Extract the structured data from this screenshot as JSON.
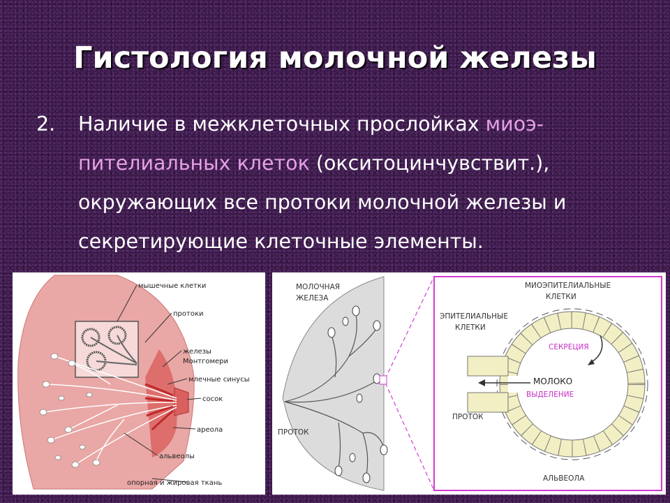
{
  "slide": {
    "title": "Гистология молочной железы",
    "item_number": "2.",
    "text_part1": "Наличие в межклеточных прослойках ",
    "text_highlight": "миоэ-пителиальных клеток",
    "text_part2": " (окситоцинчувствит.), окружающих все протоки молочной железы и секретирующие клеточные элементы.",
    "highlight_color": "#e4a0e6"
  },
  "figure_left": {
    "labels": {
      "muscle_cells": "мышечные клетки",
      "ducts": "протоки",
      "glands_1": "железы",
      "glands_2": "Монтгомери",
      "milk_sinuses": "млечные синусы",
      "nipple": "сосок",
      "areola": "ареола",
      "alveoli": "альвеолы",
      "tissue": "опорная и жировая ткань"
    }
  },
  "figure_right": {
    "labels": {
      "gland_1": "МОЛОЧНАЯ",
      "gland_2": "ЖЕЛЕЗА",
      "duct_left": "ПРОТОК",
      "myo_1": "МИОЭПИТЕЛИАЛЬНЫЕ",
      "myo_2": "КЛЕТКИ",
      "epi_1": "ЭПИТЕЛИАЛЬНЫЕ",
      "epi_2": "КЛЕТКИ",
      "secretion": "СЕКРЕЦИЯ",
      "milk": "МОЛОКО",
      "release": "ВЫДЕЛЕНИЕ",
      "duct_right": "ПРОТОК",
      "alveola": "АЛЬВЕОЛА"
    }
  }
}
